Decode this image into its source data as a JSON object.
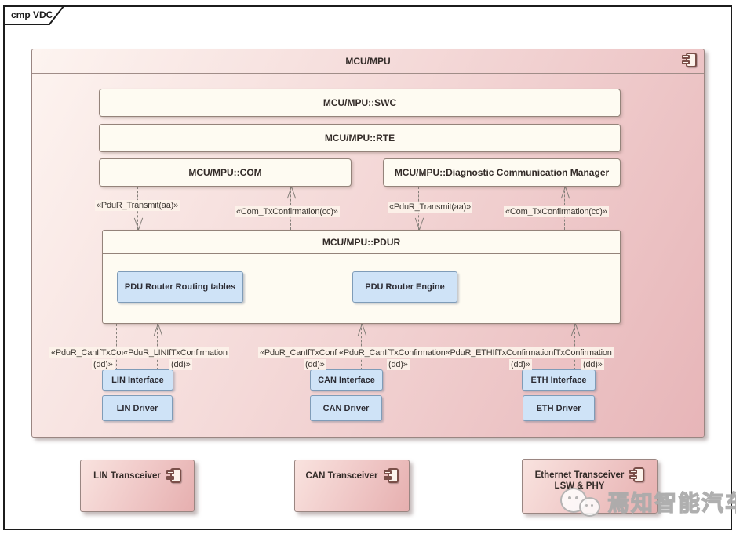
{
  "diagram": {
    "tab_label": "cmp VDC"
  },
  "mcu": {
    "title": "MCU/MPU",
    "swc_label": "MCU/MPU::SWC",
    "rte_label": "MCU/MPU::RTE",
    "com_label": "MCU/MPU::COM",
    "dcm_label": "MCU/MPU::Diagnostic Communication Manager",
    "pdur": {
      "title": "MCU/MPU::PDUR",
      "routing_tables_label": "PDU Router Routing tables",
      "engine_label": "PDU Router Engine"
    },
    "lin_interface_label": "LIN Interface",
    "lin_driver_label": "LIN Driver",
    "can_interface_label": "CAN Interface",
    "can_driver_label": "CAN Driver",
    "eth_interface_label": "ETH Interface",
    "eth_driver_label": "ETH Driver"
  },
  "connector_labels": {
    "com_transmit": "«PduR_Transmit(aa)»",
    "com_txconfirmation": "«Com_TxConfirmation(cc)»",
    "dcm_transmit": "«PduR_Transmit(aa)»",
    "dcm_txconfirmation": "«Com_TxConfirmation(cc)»",
    "lin_row": "«PduR_CanIfTxCoı«PduR_LINIfTxConfirmation",
    "can_eth_row": "«PduR_CanIfTxConf «PduR_CanIfTxConfirmation«PduR_ETHIfTxConfirmationfTxConfirmation",
    "dd_suffix": "(dd)»"
  },
  "transceivers": [
    {
      "title": "LIN Transceiver"
    },
    {
      "title": "CAN Transceiver"
    },
    {
      "title": "Ethernet Transceiver",
      "subtitle": "LSW & PHY"
    }
  ],
  "watermark": {
    "text": "焉知智能汽车"
  },
  "colors": {
    "component_fill_light": "#fdf4f0",
    "component_fill_dark": "#e7b5b8",
    "inner_box_fill": "#fefbf2",
    "inner_box_border": "#94837a",
    "blue_box_fill": "#cfe3f7",
    "blue_box_border": "#7f9cb8",
    "connector": "#85807a",
    "frame_border": "#1c1c1c",
    "label_bg": "#fcf2ea",
    "icon_border": "#7a4f49"
  }
}
